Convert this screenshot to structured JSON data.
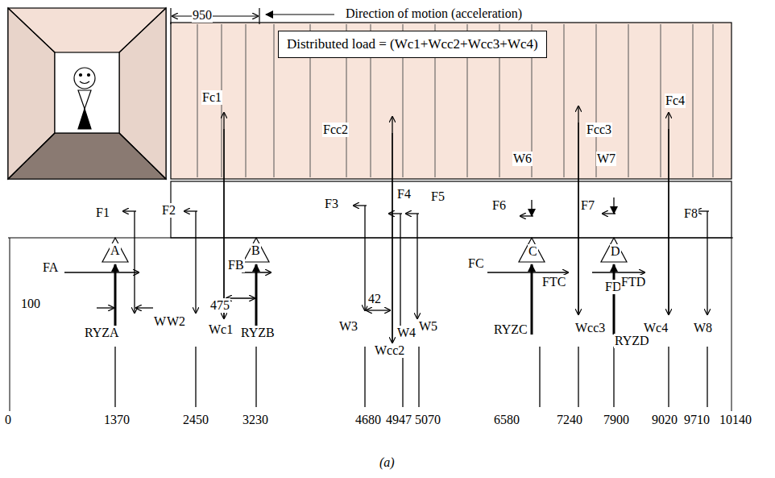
{
  "diagram": {
    "caption": "(a)",
    "nodes": [
      {
        "text": [
          "Distributed load = (Wc1+Wcc2+Wcc3+Wc4)"
        ]
      }
    ],
    "labels": [
      "950",
      "Direction of motion (acceleration)",
      "Fc1",
      "Fcc2",
      "Fcc3",
      "Fc4",
      "W6",
      "W7",
      "F1",
      "F2",
      "F3",
      "F4",
      "F5",
      "F6",
      "F7",
      "F8",
      "FA",
      "A",
      "FB",
      "B",
      "C",
      "D",
      "FC",
      "FTC",
      "FD",
      "FTD",
      "100",
      "475",
      "42",
      "W1",
      "W2",
      "W3",
      "Wcc2",
      "W4",
      "W5",
      "RYZA",
      "Wc1",
      "RYZB",
      "RYZC",
      "Wcc3",
      "RYZD",
      "Wc4",
      "W8",
      "0",
      "1370",
      "2450",
      "3230",
      "4680",
      "4947",
      "5070",
      "6580",
      "7240",
      "7900",
      "9020",
      "9710",
      "10140"
    ]
  }
}
